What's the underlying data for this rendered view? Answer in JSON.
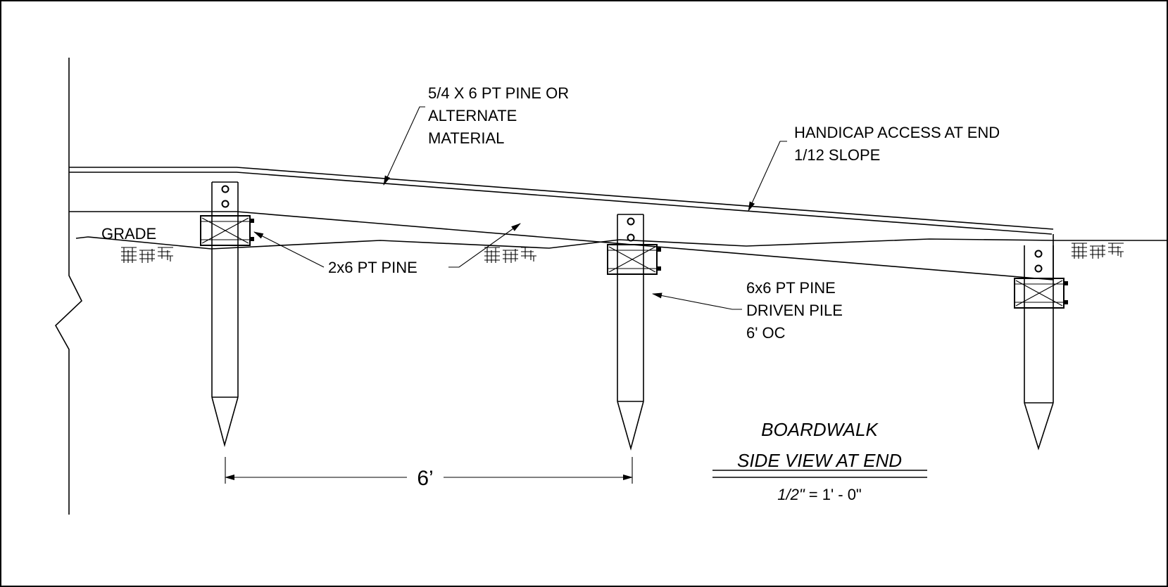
{
  "labels": {
    "decking_line1": "5/4 X 6 PT PINE OR",
    "decking_line2": "ALTERNATE",
    "decking_line3": "MATERIAL",
    "handicap_line1": "HANDICAP ACCESS AT END",
    "handicap_line2": "1/12 SLOPE",
    "grade": "GRADE",
    "stringer": "2x6 PT PINE",
    "pile_line1": "6x6 PT PINE",
    "pile_line2": "DRIVEN PILE",
    "pile_line3": "6' OC",
    "dimension": "6’"
  },
  "title": {
    "line1": "BOARDWALK",
    "line2": "SIDE VIEW AT END",
    "scale_italic": "1/2\"",
    "scale_rest": " = 1' - 0\""
  }
}
